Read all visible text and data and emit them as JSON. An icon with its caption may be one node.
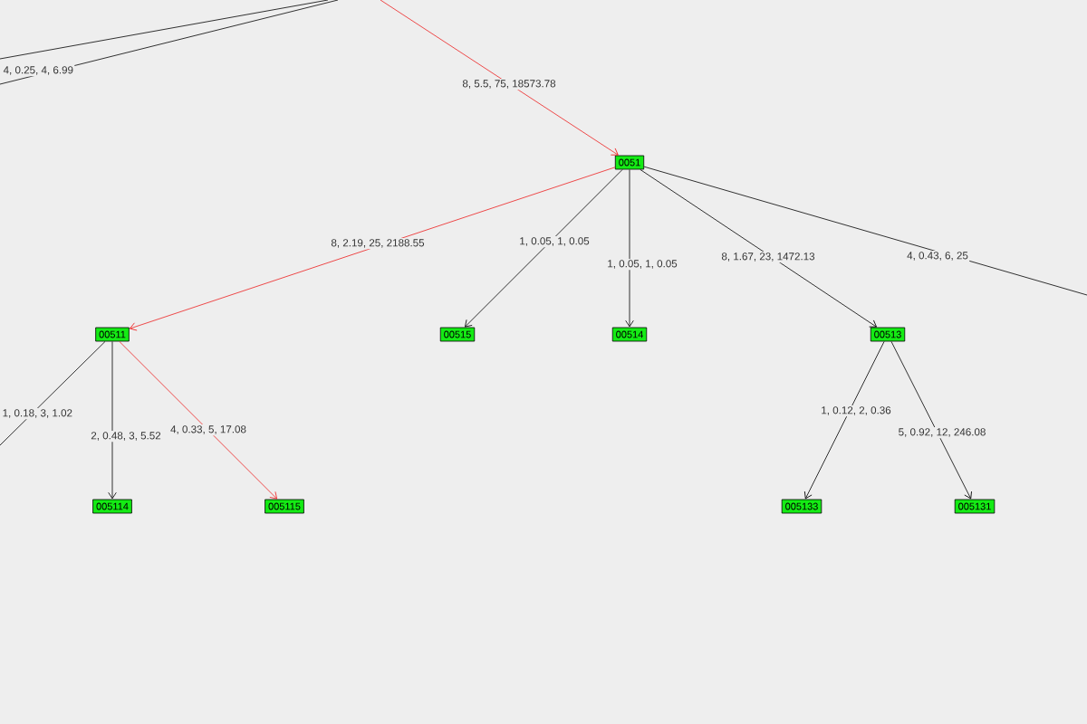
{
  "diagram": {
    "nodes": [
      {
        "text": [
          "0051"
        ]
      },
      {
        "text": [
          "00511"
        ]
      },
      {
        "text": [
          "00515"
        ]
      },
      {
        "text": [
          "00514"
        ]
      },
      {
        "text": [
          "00513"
        ]
      },
      {
        "text": [
          "005114"
        ]
      },
      {
        "text": [
          "005115"
        ]
      },
      {
        "text": [
          "005133"
        ]
      },
      {
        "text": [
          "005131"
        ]
      }
    ],
    "edges": [
      {
        "from": null,
        "to": 0,
        "arrow": "to",
        "label": "8, 5.5, 75, 18573.78",
        "color": "#ee2020"
      },
      {
        "from": 0,
        "to": 1,
        "arrow": "to",
        "label": "8, 2.19, 25, 2188.55",
        "color": "#ee2020"
      },
      {
        "from": 0,
        "to": 2,
        "arrow": "to",
        "label": "1, 0.05, 1, 0.05"
      },
      {
        "from": 0,
        "to": 3,
        "arrow": "to",
        "label": "1, 0.05, 1, 0.05"
      },
      {
        "from": 0,
        "to": 4,
        "arrow": "to",
        "label": "8, 1.67, 23, 1472.13"
      },
      {
        "from": 0,
        "to": null,
        "arrow": "none",
        "label": "4, 0.43, 6, 25"
      },
      {
        "from": 1,
        "to": null,
        "arrow": "none",
        "label": "1, 0.18, 3, 1.02"
      },
      {
        "from": 1,
        "to": 5,
        "arrow": "to",
        "label": "2, 0.48, 3, 5.52"
      },
      {
        "from": 1,
        "to": 6,
        "arrow": "to",
        "label": "4, 0.33, 5, 17.08",
        "color": "#ee2020"
      },
      {
        "from": 4,
        "to": 7,
        "arrow": "to",
        "label": "1, 0.12, 2, 0.36"
      },
      {
        "from": 4,
        "to": 8,
        "arrow": "to",
        "label": "5, 0.92, 12, 246.08"
      }
    ],
    "labels": [
      "4, 0.25, 4, 6.99"
    ]
  }
}
